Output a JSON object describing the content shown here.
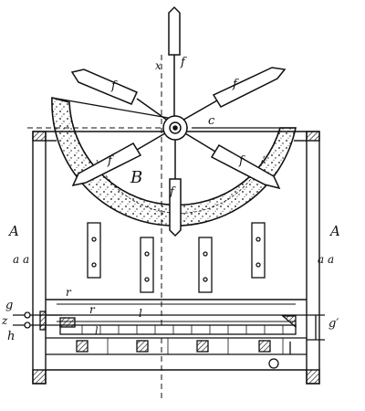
{
  "labels": {
    "A_left": "A",
    "A_right": "A",
    "B": "B",
    "c": "c",
    "x": "x",
    "f_top": "f",
    "f_ul": "f",
    "f_ur": "f",
    "f_ll": "f",
    "f_lr": "f",
    "f_bottom": "f",
    "g_left": "g",
    "g_right": "g′",
    "h": "h",
    "z": "z",
    "r_left": "r",
    "r_mid": "r",
    "l_upper": "l",
    "l_lower": "l",
    "aa_left": "a a",
    "aa_right": "a a"
  },
  "colors": {
    "ink": "#111111",
    "paper": "#ffffff"
  }
}
